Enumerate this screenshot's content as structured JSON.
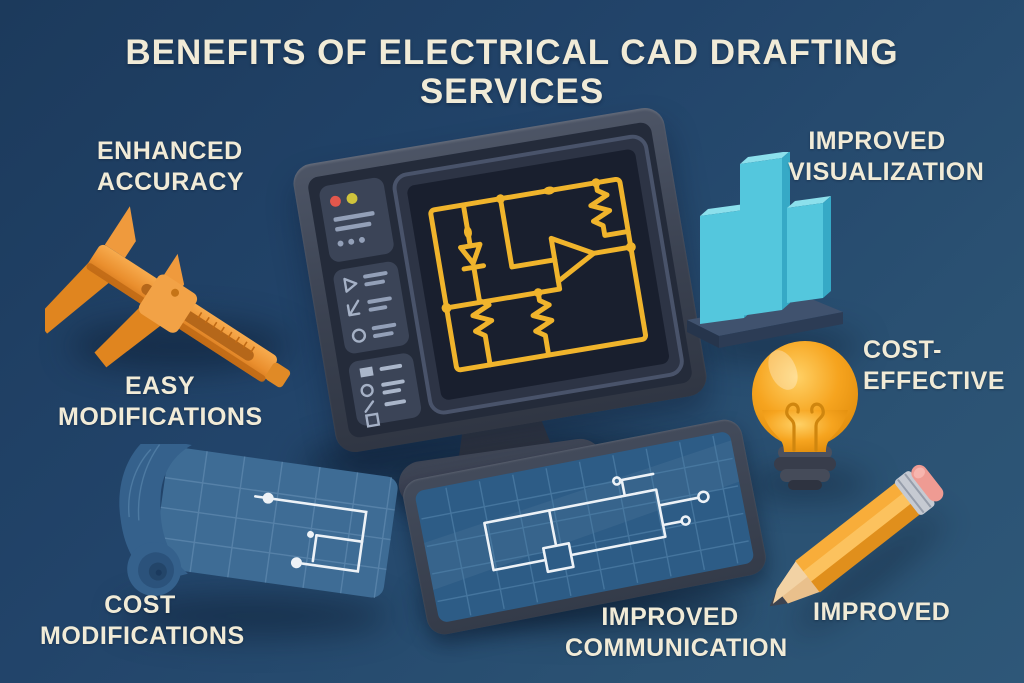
{
  "title": {
    "line1": "BENEFITS OF ELECTRICAL CAD DRAFTING",
    "line2": "SERVICES",
    "color": "#f1ebd7"
  },
  "labels": {
    "enhanced_accuracy": {
      "line1": "ENHANCED",
      "line2": "ACCURACY"
    },
    "easy_modifications": {
      "line1": "EASY",
      "line2": "MODIFICATIONS"
    },
    "cost_modifications": {
      "line1": "COST",
      "line2": "MODIFICATIONS"
    },
    "improved_communication": {
      "line1": "IMPROVED",
      "line2": "COMMUNICATION"
    },
    "improved": {
      "line1": "IMPROVED"
    },
    "cost_effective": {
      "line1": "COST-",
      "line2": "EFFECTIVE"
    },
    "improved_visualization": {
      "line1": "IMPROVED",
      "line2": "VISUALIZATION"
    }
  },
  "colors": {
    "background_dark": "#1c3a5c",
    "background_light": "#2e5778",
    "text_cream": "#f1ebd7",
    "circuit_yellow": "#f0b42c",
    "monitor_frame": "#3a4150",
    "screen_dark": "#1a2130",
    "bar_cyan": "#54c7dd",
    "caliper_orange": "#ee923c",
    "bulb_orange": "#f6a41f",
    "pencil_orange": "#f3a02c",
    "eraser_pink": "#ef9b93",
    "blueprint_blue": "#2d5c86",
    "traffic_red": "#e2574c",
    "traffic_yellow": "#cfc43c"
  },
  "illustrations": {
    "monitor": "desktop monitor showing electrical CAD schematic with toolbar sidebar",
    "caliper": "orange vernier caliper",
    "bar_chart": {
      "description": "3D cyan bar chart on dark base",
      "relative_heights": [
        0.55,
        1.0,
        0.62
      ]
    },
    "light_bulb": "orange light bulb idea icon",
    "pencil": "orange pencil with pink eraser",
    "tablet": "tablet showing white blueprint schematic on grid",
    "blueprint_roll": "partially unrolled blue blueprint sheet with schematic"
  }
}
